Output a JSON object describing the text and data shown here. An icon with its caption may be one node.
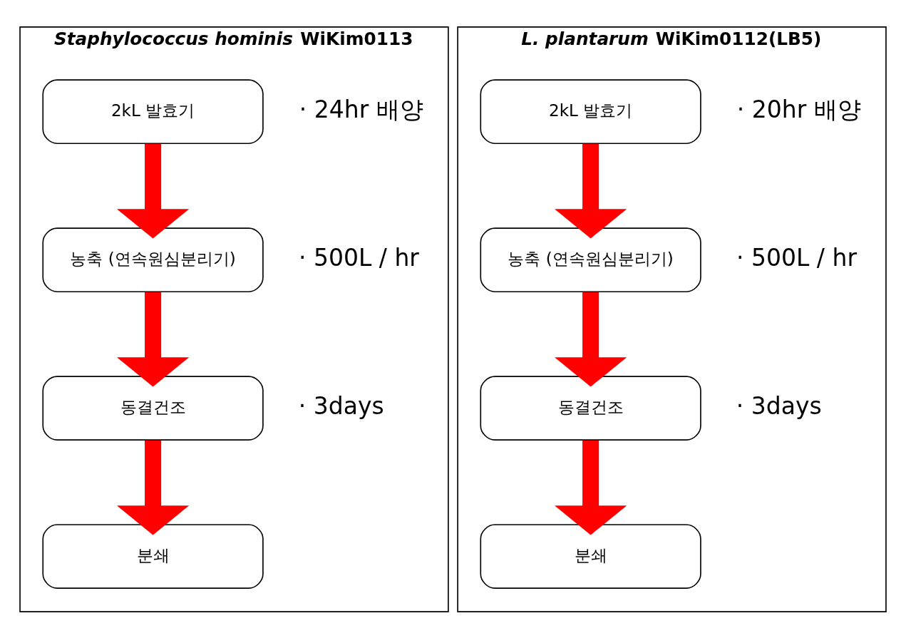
{
  "diagram": {
    "nodes": [
      {
        "text": [
          "*Staphylococcus hominis* WiKim0113"
        ]
      },
      {
        "text": [
          "2kL 발효기"
        ],
        "in": 0,
        "beside": [
          "· 24hr 배양"
        ]
      },
      {
        "text": [
          "농축 (연속원심분리기)"
        ],
        "in": 0,
        "beside": [
          "· 500L / hr"
        ]
      },
      {
        "text": [
          "동결건조"
        ],
        "in": 0,
        "beside": [
          "· 3days"
        ]
      },
      {
        "text": [
          "분쇄"
        ],
        "in": 0
      },
      {
        "text": [
          "*L. plantarum* WiKim0112(LB5)"
        ]
      },
      {
        "text": [
          "2kL 발효기"
        ],
        "in": 5,
        "beside": [
          "· 20hr 배양"
        ]
      },
      {
        "text": [
          "농축 (연속원심분리기)"
        ],
        "in": 5,
        "beside": [
          "· 500L / hr"
        ]
      },
      {
        "text": [
          "동결건조"
        ],
        "in": 5,
        "beside": [
          "· 3days"
        ]
      },
      {
        "text": [
          "분쇄"
        ],
        "in": 5
      }
    ],
    "edges": [
      {
        "from": 1,
        "to": 2,
        "arrow": "to"
      },
      {
        "from": 2,
        "to": 3,
        "arrow": "to"
      },
      {
        "from": 3,
        "to": 4,
        "arrow": "to"
      },
      {
        "from": 6,
        "to": 7,
        "arrow": "to"
      },
      {
        "from": 7,
        "to": 8,
        "arrow": "to"
      },
      {
        "from": 8,
        "to": 9,
        "arrow": "to"
      }
    ]
  }
}
